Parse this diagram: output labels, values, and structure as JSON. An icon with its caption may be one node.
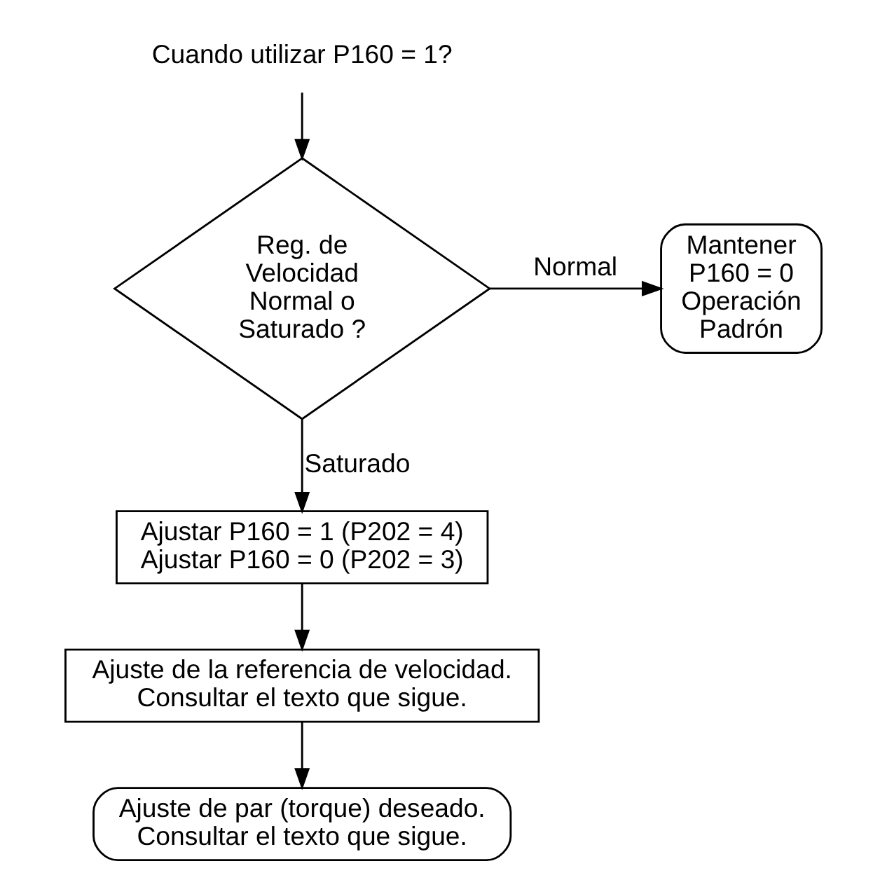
{
  "diagram": {
    "nodes": [
      {
        "text": [
          "Cuando utilizar P160 = 1?"
        ]
      },
      {
        "text": [
          "Reg. de Velocidad Normal o Saturado ?"
        ]
      },
      {
        "text": [
          "Mantener P160 = 0 Operación Padrón"
        ]
      },
      {
        "text": [
          "Ajustar P160 = 1 (P202 = 4)",
          "Ajustar P160 = 0 (P202 = 3)"
        ]
      },
      {
        "text": [
          "Ajuste de la referencia de velocidad. Consultar el texto que sigue."
        ]
      },
      {
        "text": [
          "Ajuste de par (torque) deseado. Consultar el texto que sigue."
        ]
      }
    ],
    "edges": [
      {
        "from": 0,
        "to": 1,
        "arrow": "to"
      },
      {
        "from": 1,
        "to": 2,
        "arrow": "to",
        "label": "Normal"
      },
      {
        "from": 1,
        "to": 3,
        "arrow": "to",
        "label": "Saturado"
      },
      {
        "from": 3,
        "to": 4,
        "arrow": "to"
      },
      {
        "from": 4,
        "to": 5,
        "arrow": "to"
      }
    ]
  }
}
